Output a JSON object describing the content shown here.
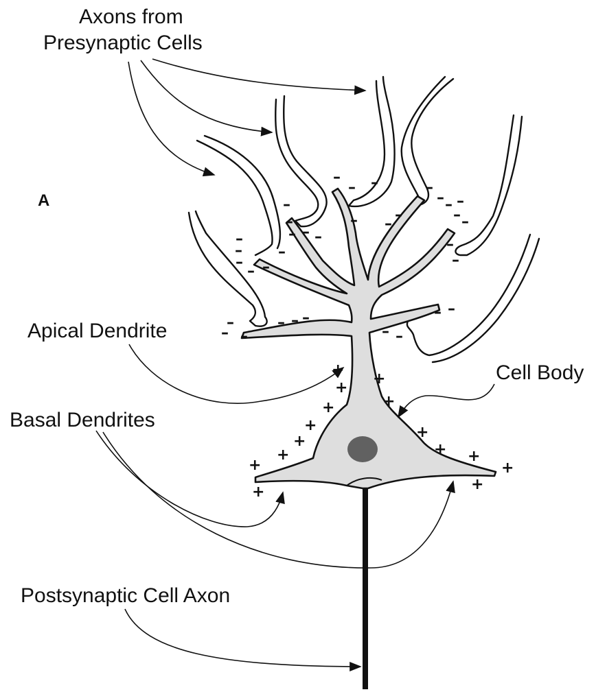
{
  "panel_label": "A",
  "labels": {
    "presynaptic_line1": "Axons from",
    "presynaptic_line2": "Presynaptic Cells",
    "apical_dendrite": "Apical Dendrite",
    "cell_body": "Cell Body",
    "basal_dendrites": "Basal Dendrites",
    "postsynaptic_axon": "Postsynaptic Cell Axon"
  },
  "charges": {
    "negative": "–",
    "positive": "+"
  },
  "colors": {
    "cell_fill": "#dedede",
    "nucleus": "#616161",
    "ink": "#111111"
  }
}
